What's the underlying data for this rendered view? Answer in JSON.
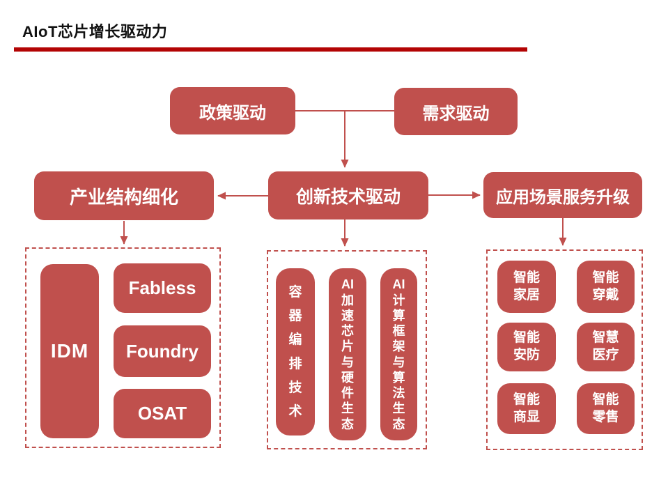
{
  "page": {
    "title": "AIoT芯片增长驱动力"
  },
  "colors": {
    "accent_red": "#c0504d",
    "title_rule_red": "#b30404",
    "box_text": "#ffffff",
    "title_text": "#111111",
    "background": "#ffffff"
  },
  "top_row": {
    "policy": "政策驱动",
    "demand": "需求驱动"
  },
  "mid_row": {
    "industry": "产业结构细化",
    "innovation": "创新技术驱动",
    "application": "应用场景服务升级"
  },
  "industry_group": {
    "idm": "IDM",
    "fabless": "Fabless",
    "foundry": "Foundry",
    "osat": "OSAT"
  },
  "tech_group": {
    "pills": [
      {
        "name": "container-orchestration",
        "segments": [
          "容",
          "器",
          "编",
          "排",
          "技",
          "术"
        ]
      },
      {
        "name": "ai-accel-chip-hardware-ecosystem",
        "segments": [
          "AI",
          "加",
          "速",
          "芯",
          "片",
          "与",
          "硬",
          "件",
          "生",
          "态"
        ]
      },
      {
        "name": "ai-compute-framework-algorithm-ecosystem",
        "segments": [
          "AI",
          "计",
          "算",
          "框",
          "架",
          "与",
          "算",
          "法",
          "生",
          "态"
        ]
      }
    ]
  },
  "application_group": {
    "items": [
      {
        "name": "smart-home",
        "line1": "智能",
        "line2": "家居"
      },
      {
        "name": "smart-wearable",
        "line1": "智能",
        "line2": "穿戴"
      },
      {
        "name": "smart-security",
        "line1": "智能",
        "line2": "安防"
      },
      {
        "name": "smart-healthcare",
        "line1": "智慧",
        "line2": "医疗"
      },
      {
        "name": "smart-commercial-display",
        "line1": "智能",
        "line2": "商显"
      },
      {
        "name": "smart-retail",
        "line1": "智能",
        "line2": "零售"
      }
    ]
  }
}
